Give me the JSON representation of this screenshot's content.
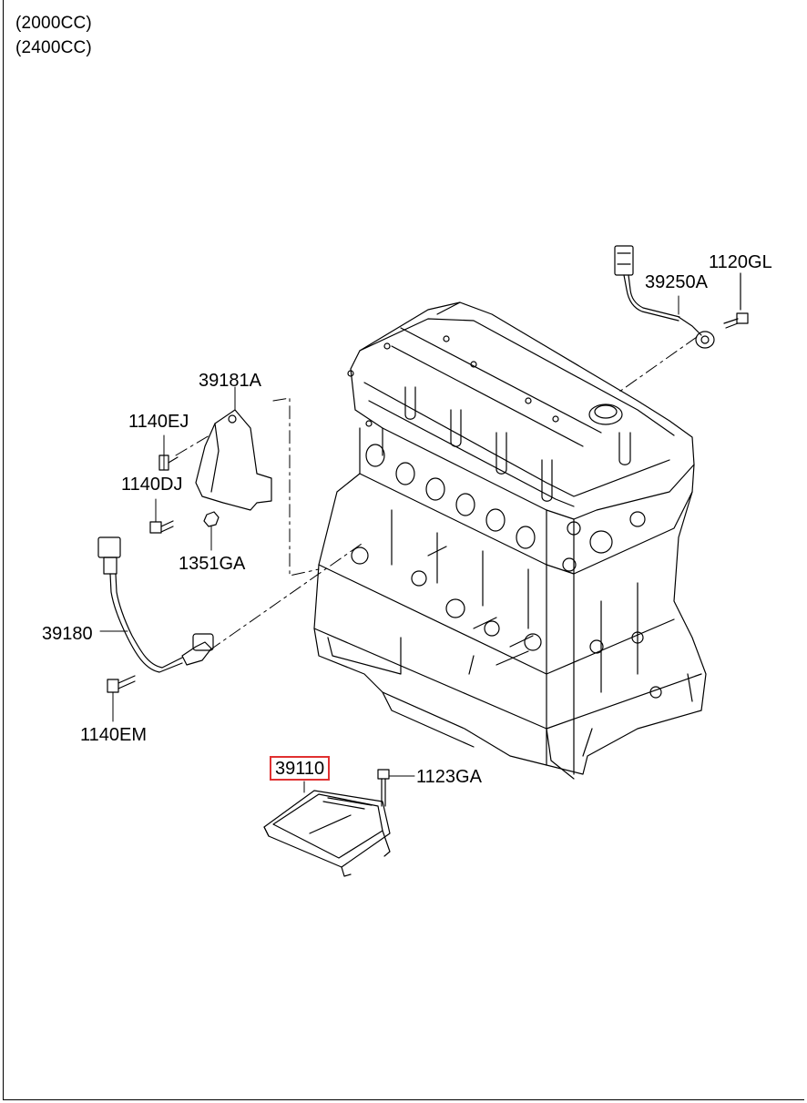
{
  "engine_variants": [
    "(2000CC)",
    "(2400CC)"
  ],
  "parts": [
    {
      "id": "p1120GL",
      "number": "1120GL"
    },
    {
      "id": "p39250A",
      "number": "39250A"
    },
    {
      "id": "p39181A",
      "number": "39181A"
    },
    {
      "id": "p1140EJ",
      "number": "1140EJ"
    },
    {
      "id": "p1140DJ",
      "number": "1140DJ"
    },
    {
      "id": "p1351GA",
      "number": "1351GA"
    },
    {
      "id": "p39180",
      "number": "39180"
    },
    {
      "id": "p1140EM",
      "number": "1140EM"
    },
    {
      "id": "p39110",
      "number": "39110",
      "highlighted": true
    },
    {
      "id": "p1123GA",
      "number": "1123GA"
    }
  ],
  "colors": {
    "line": "#000000",
    "highlight": "#e03030",
    "background": "#ffffff"
  }
}
